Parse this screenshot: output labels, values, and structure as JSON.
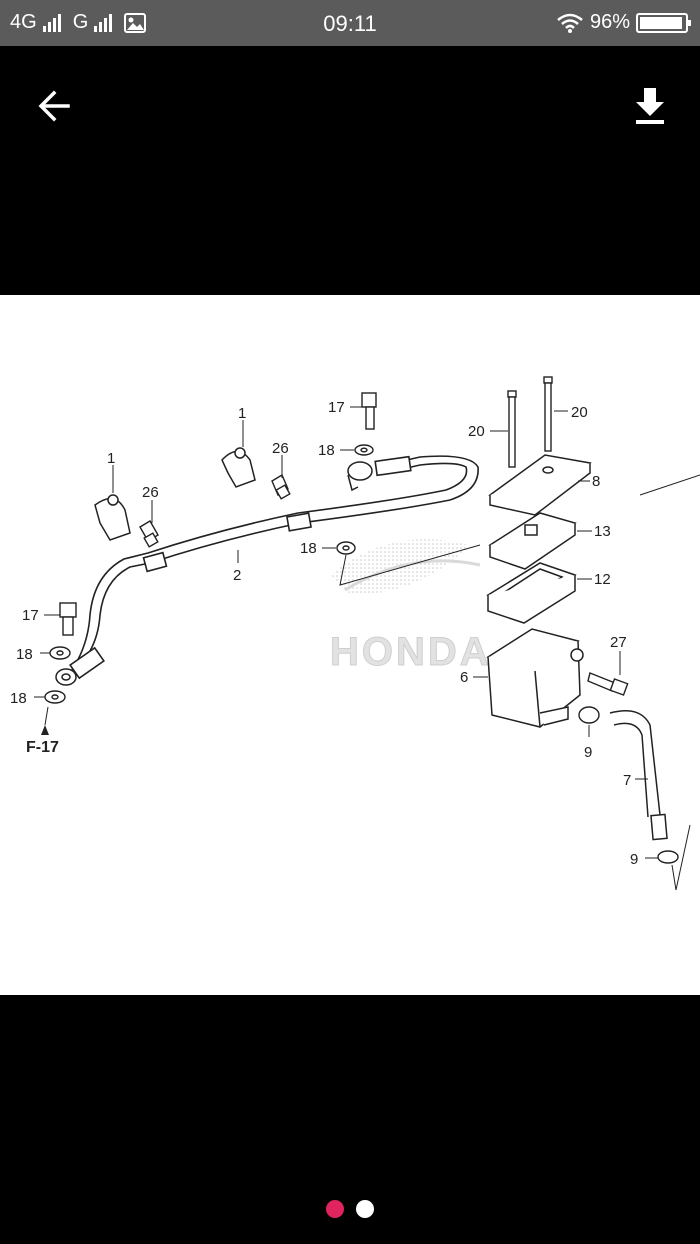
{
  "status_bar": {
    "network_1": "4G",
    "network_2": "G",
    "time": "09:11",
    "battery_percent_text": "96%",
    "battery_level": 0.96
  },
  "toolbar": {
    "back_icon": "arrow-left-icon",
    "download_icon": "download-icon"
  },
  "diagram": {
    "labels": {
      "l1a": "1",
      "l1b": "1",
      "l26a": "26",
      "l26b": "26",
      "l17a": "17",
      "l17b": "17",
      "l18a": "18",
      "l18b": "18",
      "l18c": "18",
      "l18d": "18",
      "l2": "2",
      "l20a": "20",
      "l20b": "20",
      "l8": "8",
      "l13": "13",
      "l12": "12",
      "l6": "6",
      "l27": "27",
      "l9a": "9",
      "l9b": "9",
      "l7": "7",
      "ref": "F-17",
      "watermark": "HONDA"
    }
  },
  "pager": {
    "page_count": 2,
    "active_index": 0,
    "active_color": "#e0245e",
    "inactive_color": "#ffffff"
  }
}
